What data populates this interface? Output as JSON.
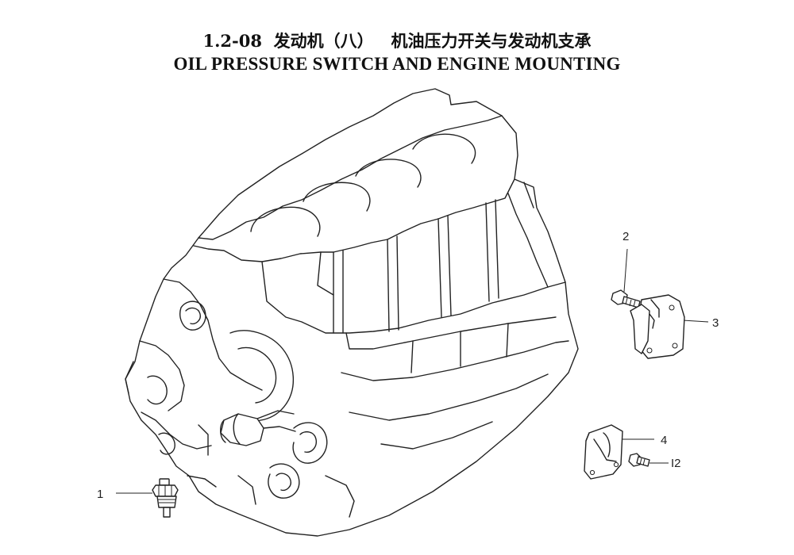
{
  "header": {
    "title_cn": "1.2-08  发动机（八）   机油压力开关与发动机支承",
    "title_en": "OIL PRESSURE SWITCH AND ENGINE MOUNTING"
  },
  "callouts": {
    "c1": "1",
    "c2": "2",
    "c3": "3",
    "c4": "4",
    "c5": "I2"
  }
}
